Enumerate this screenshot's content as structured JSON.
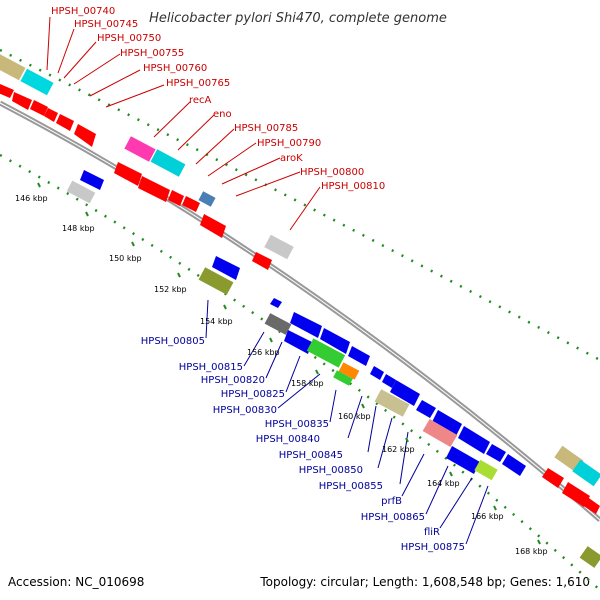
{
  "title": "Helicobacter pylori Shi470, complete genome",
  "footer": {
    "accession": "Accession: NC_010698",
    "summary": "Topology: circular; Length: 1,608,548 bp; Genes: 1,610"
  },
  "colors": {
    "forward_label": "#cc0000",
    "reverse_label": "#000099",
    "backbone": "#999999",
    "gc_dots": "#228b22"
  },
  "ticks": [
    "146 kbp",
    "148 kbp",
    "150 kbp",
    "152 kbp",
    "154 kbp",
    "156 kbp",
    "158 kbp",
    "160 kbp",
    "162 kbp",
    "164 kbp",
    "166 kbp",
    "168 kbp"
  ],
  "forward_labels": [
    "HPSH_00740",
    "HPSH_00745",
    "HPSH_00750",
    "HPSH_00755",
    "HPSH_00760",
    "HPSH_00765",
    "recA",
    "eno",
    "HPSH_00785",
    "HPSH_00790",
    "aroK",
    "HPSH_00800",
    "HPSH_00810"
  ],
  "reverse_labels": [
    "HPSH_00805",
    "HPSH_00815",
    "HPSH_00820",
    "HPSH_00825",
    "HPSH_00830",
    "HPSH_00835",
    "HPSH_00840",
    "HPSH_00845",
    "HPSH_00850",
    "HPSH_00855",
    "prfB",
    "HPSH_00865",
    "fliR",
    "HPSH_00875"
  ]
}
